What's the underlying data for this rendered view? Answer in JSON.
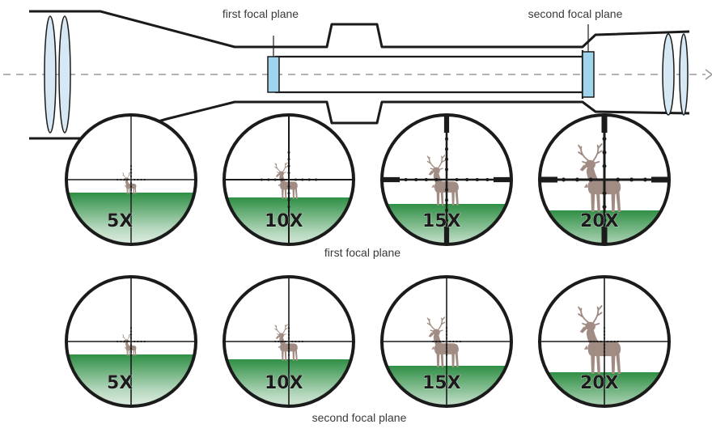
{
  "labels": {
    "first_focal_plane_top": "first focal plane",
    "second_focal_plane_top": "second focal plane",
    "first_focal_plane_row": "first focal plane",
    "second_focal_plane_row": "second focal plane"
  },
  "colors": {
    "outline": "#1b1b1b",
    "lens_fill": "#d6e8f3",
    "reticle_plate": "#9fd4ec",
    "axis_line": "#9a9a9a",
    "ground_green": "#2f8f45",
    "deer": "#a08c82",
    "magnification_text": "#1b1b1b"
  },
  "rows": [
    {
      "label_key": "first_focal_plane_row",
      "reticle_scales_with_zoom": true,
      "views": [
        {
          "magnification": "5X",
          "zoom": 5
        },
        {
          "magnification": "10X",
          "zoom": 10
        },
        {
          "magnification": "15X",
          "zoom": 15
        },
        {
          "magnification": "20X",
          "zoom": 20
        }
      ]
    },
    {
      "label_key": "second_focal_plane_row",
      "reticle_scales_with_zoom": false,
      "views": [
        {
          "magnification": "5X",
          "zoom": 5
        },
        {
          "magnification": "10X",
          "zoom": 10
        },
        {
          "magnification": "15X",
          "zoom": 15
        },
        {
          "magnification": "20X",
          "zoom": 20
        }
      ]
    }
  ]
}
